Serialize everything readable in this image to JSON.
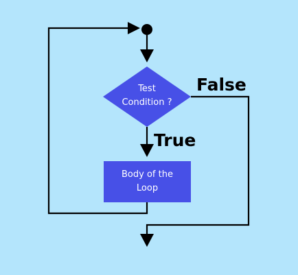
{
  "colors": {
    "background": "#b4e5fc",
    "shape_fill": "#4750e7",
    "line": "#000000",
    "shape_text": "#ffffff",
    "branch_text": "#000000"
  },
  "decision": {
    "line1": "Test",
    "line2": "Condition ?"
  },
  "process": {
    "line1": "Body of the",
    "line2": "Loop"
  },
  "branches": {
    "true_label": "True",
    "false_label": "False"
  }
}
